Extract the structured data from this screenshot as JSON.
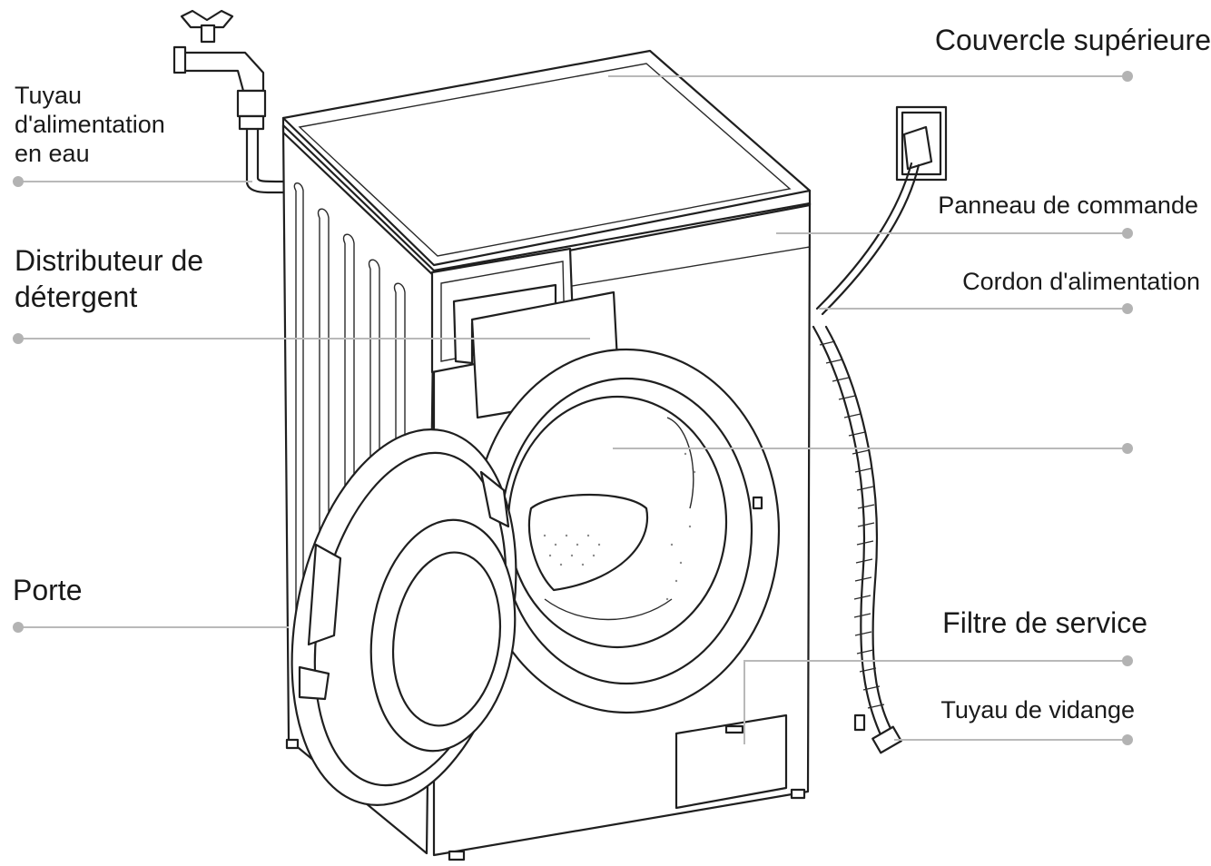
{
  "labels": {
    "water_hose": "Tuyau\nd'alimentation\nen eau",
    "detergent": "Distributeur de\ndétergent",
    "door": "Porte",
    "top_cover": "Couvercle supérieure",
    "control_panel": "Panneau de commande",
    "power_cord": "Cordon d'alimentation",
    "drum": "",
    "service_filter": "Filtre de service",
    "drain_hose": "Tuyau de vidange"
  },
  "colors": {
    "line": "#1f1f1f",
    "leader": "#b9b9b9",
    "dot": "#b3b3b3",
    "text": "#1a1a1a",
    "background": "#ffffff"
  }
}
